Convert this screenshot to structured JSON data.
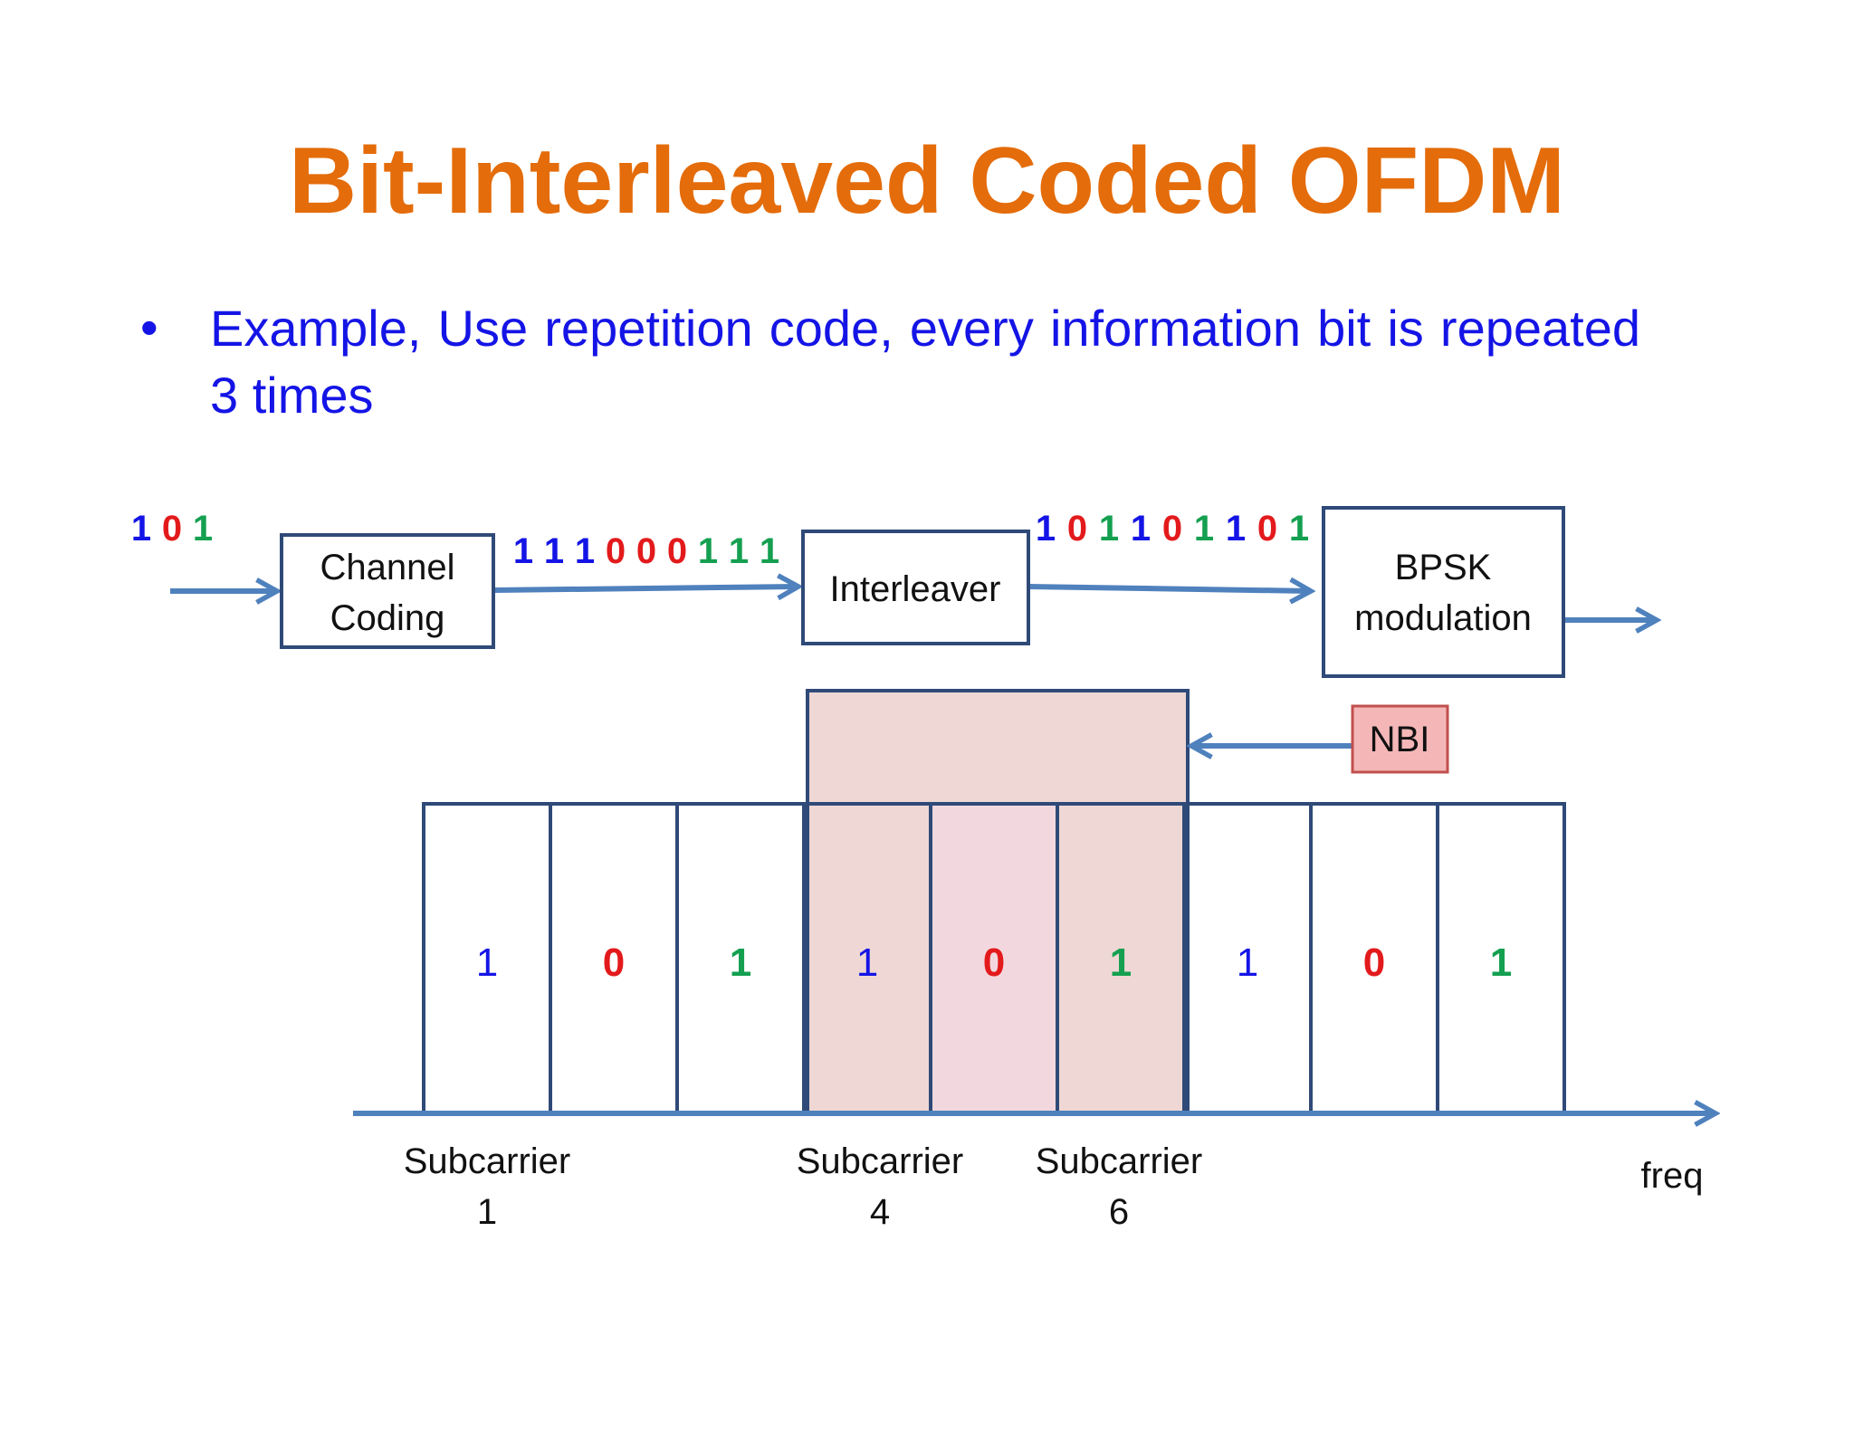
{
  "title": "Bit-Interleaved Coded OFDM",
  "bullet": {
    "marker": "•",
    "text": "Example, Use repetition code, every information bit is repeated 3 times"
  },
  "colors": {
    "title": "#E46C0A",
    "bullet": "#1414E6",
    "arrow": "#4F81BD",
    "box_border": "#2F4A78",
    "bit_1a": "#1414E6",
    "bit_0": "#E31A1C",
    "bit_1b": "#14A050",
    "nbi_fill": "#F4B6B6",
    "nbi_border": "#C0504D",
    "band_fill": "#EED7D4"
  },
  "input_bits": [
    {
      "v": "1",
      "c": "bit_1a"
    },
    {
      "v": "0",
      "c": "bit_0"
    },
    {
      "v": "1",
      "c": "bit_1b"
    }
  ],
  "coded_bits": [
    {
      "v": "1",
      "c": "bit_1a"
    },
    {
      "v": "1",
      "c": "bit_1a"
    },
    {
      "v": "1",
      "c": "bit_1a"
    },
    {
      "v": "0",
      "c": "bit_0"
    },
    {
      "v": "0",
      "c": "bit_0"
    },
    {
      "v": "0",
      "c": "bit_0"
    },
    {
      "v": "1",
      "c": "bit_1b"
    },
    {
      "v": "1",
      "c": "bit_1b"
    },
    {
      "v": "1",
      "c": "bit_1b"
    }
  ],
  "interleaved_bits": [
    {
      "v": "1",
      "c": "bit_1a"
    },
    {
      "v": "0",
      "c": "bit_0"
    },
    {
      "v": "1",
      "c": "bit_1b"
    },
    {
      "v": "1",
      "c": "bit_1a"
    },
    {
      "v": "0",
      "c": "bit_0"
    },
    {
      "v": "1",
      "c": "bit_1b"
    },
    {
      "v": "1",
      "c": "bit_1a"
    },
    {
      "v": "0",
      "c": "bit_0"
    },
    {
      "v": "1",
      "c": "bit_1b"
    }
  ],
  "blocks": {
    "channel_coding": [
      "Channel",
      "Coding"
    ],
    "interleaver": "Interleaver",
    "bpsk": [
      "BPSK",
      "modulation"
    ]
  },
  "nbi_label": "NBI",
  "subcarrier_bits": [
    {
      "v": "1",
      "c": "bit_1a"
    },
    {
      "v": "0",
      "c": "bit_0"
    },
    {
      "v": "1",
      "c": "bit_1b"
    },
    {
      "v": "1",
      "c": "bit_1a"
    },
    {
      "v": "0",
      "c": "bit_0"
    },
    {
      "v": "1",
      "c": "bit_1b"
    },
    {
      "v": "1",
      "c": "bit_1a"
    },
    {
      "v": "0",
      "c": "bit_0"
    },
    {
      "v": "1",
      "c": "bit_1b"
    }
  ],
  "subcarrier_labels": [
    {
      "word": "Subcarrier",
      "num": "1"
    },
    {
      "word": "Subcarrier",
      "num": "4"
    },
    {
      "word": "Subcarrier",
      "num": "6"
    }
  ],
  "freq_label": "freq"
}
